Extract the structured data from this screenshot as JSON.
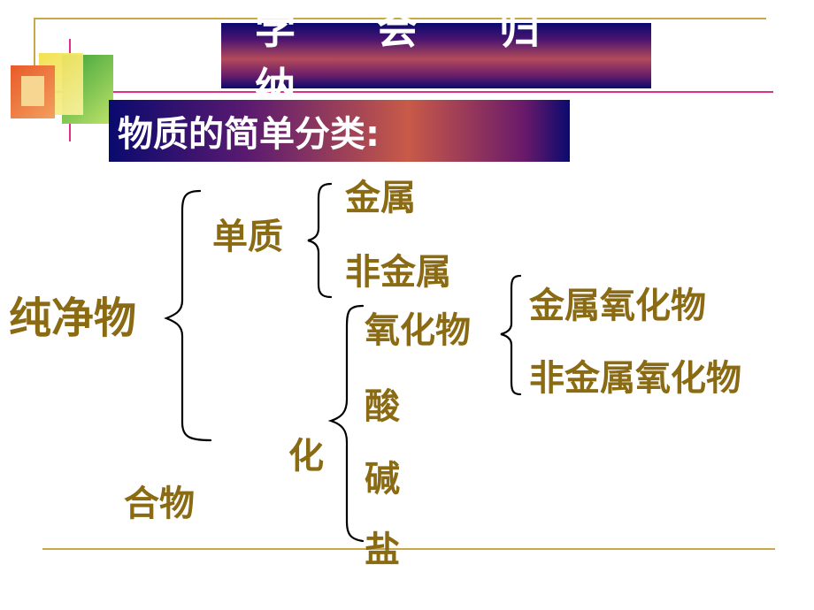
{
  "title": "学 会 归 纳",
  "subtitle": "物质的简单分类:",
  "tree": {
    "root": "纯净物",
    "elemental": "单质",
    "metal": "金属",
    "nonmetal": "非金属",
    "compound_part1": "化",
    "compound_part2": "合物",
    "oxide": "氧化物",
    "acid": "酸",
    "base": "碱",
    "salt": "盐",
    "metal_oxide": "金属氧化物",
    "nonmetal_oxide": "非金属氧化物"
  },
  "colors": {
    "text": "#8a6a12",
    "lines": "#c8a94a",
    "accent_pink": "#e0308c",
    "brace": "#000000"
  }
}
